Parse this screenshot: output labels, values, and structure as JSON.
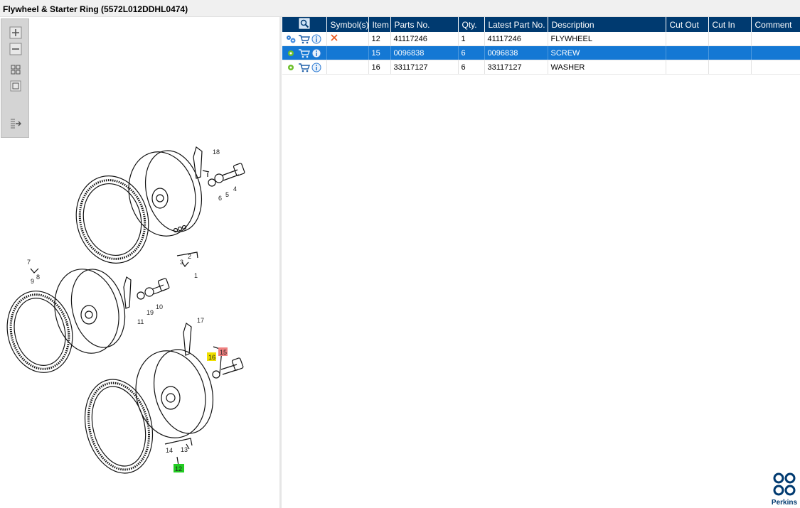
{
  "window": {
    "title": "Flywheel & Starter Ring (5572L012DDHL0474)"
  },
  "toolbar": {
    "buttons": [
      {
        "name": "zoom-in-icon"
      },
      {
        "name": "zoom-out-icon"
      },
      {
        "name": "fit-all-icon"
      },
      {
        "name": "actual-size-icon"
      },
      {
        "name": "export-icon"
      }
    ]
  },
  "diagram": {
    "callouts": {
      "c1": "1",
      "c2": "2",
      "c3": "3",
      "c4": "4",
      "c5": "5",
      "c6": "6",
      "c7": "7",
      "c8": "8",
      "c9": "9",
      "c10": "10",
      "c11": "11",
      "c12": "12",
      "c13": "13",
      "c14": "14",
      "c15": "15",
      "c16": "16",
      "c17": "17",
      "c18": "18",
      "c19": "19"
    },
    "highlight_colors": {
      "selected": "#f0e000",
      "warning": "#f08080",
      "ok": "#22cc22"
    }
  },
  "grid": {
    "header_icon": "preview-icon",
    "columns": [
      "Symbol(s)",
      "Item",
      "Parts No.",
      "Qty.",
      "Latest Part No.",
      "Description",
      "Cut Out",
      "Cut In",
      "Comment"
    ],
    "rows": [
      {
        "symbol": "cross-icon",
        "item": "12",
        "part_no": "41117246",
        "qty": "1",
        "latest": "41117246",
        "desc": "FLYWHEEL",
        "cut_out": "",
        "cut_in": "",
        "comment": ""
      },
      {
        "symbol": "",
        "item": "15",
        "part_no": "0096838",
        "qty": "6",
        "latest": "0096838",
        "desc": "SCREW",
        "cut_out": "",
        "cut_in": "",
        "comment": ""
      },
      {
        "symbol": "",
        "item": "16",
        "part_no": "33117127",
        "qty": "6",
        "latest": "33117127",
        "desc": "WASHER",
        "cut_out": "",
        "cut_in": "",
        "comment": ""
      }
    ],
    "selected_row": 1
  },
  "brand": {
    "name": "Perkins",
    "color": "#003a70"
  }
}
